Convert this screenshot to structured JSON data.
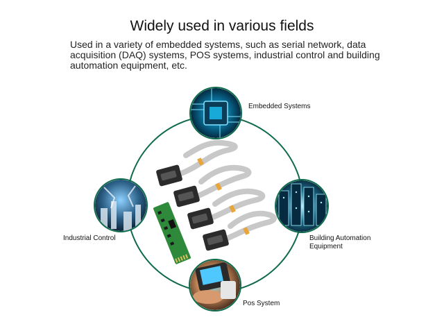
{
  "header": {
    "title": "Widely used in various fields",
    "description": "Used in a variety of embedded systems, such as serial network, data acquisition (DAQ) systems, POS systems, industrial control and building automation equipment, etc."
  },
  "fields": {
    "embedded": "Embedded Systems",
    "industrial": "Industrial Control",
    "building_line1": "Building Automation",
    "building_line2": "Equipment",
    "pos": "Pos System"
  },
  "colors": {
    "circle": "#0f6b4c",
    "pcb": "#2e8a3a",
    "cable": "#c8c8c8",
    "connector": "#2b2b2b",
    "clip": "#e8a53a"
  }
}
